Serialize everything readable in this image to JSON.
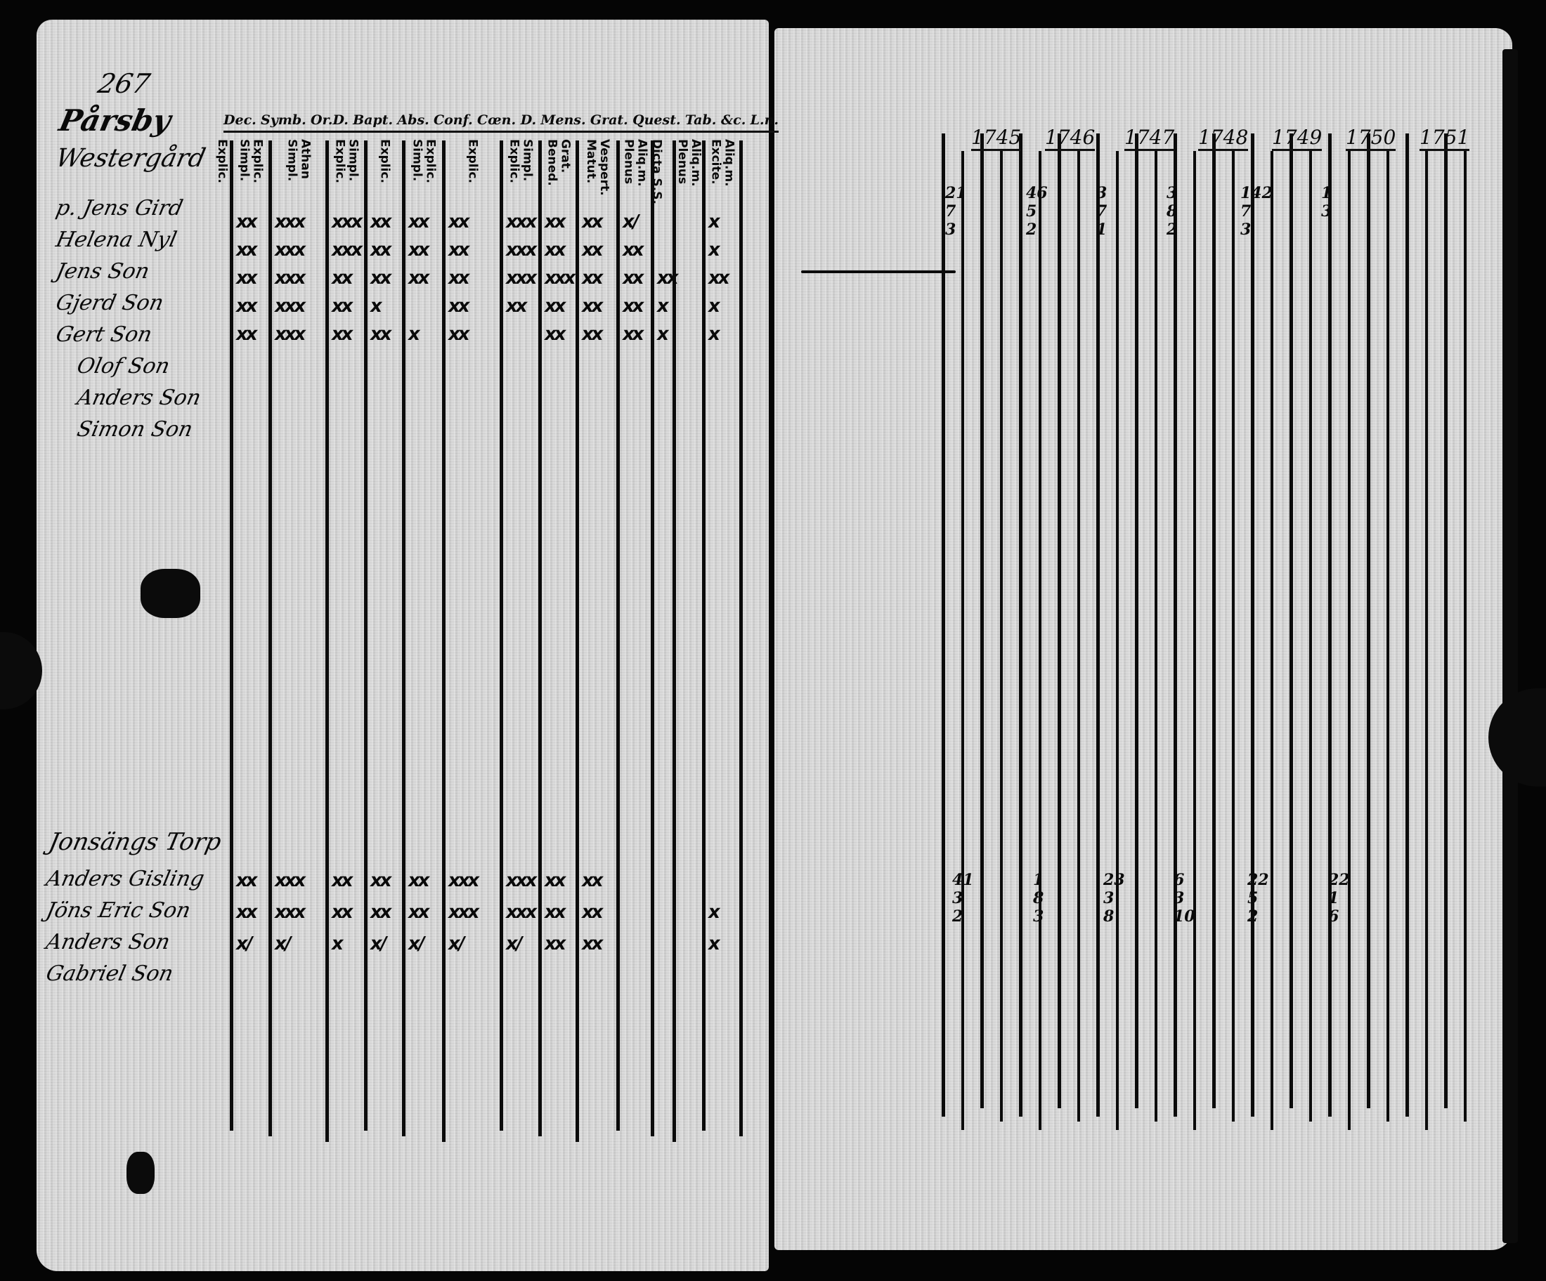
{
  "left_page": {
    "page_number": "267",
    "place_title": [
      "Pårsby",
      "Westergård"
    ],
    "header_row": [
      "Dec.",
      "Symb.",
      "Or.D.",
      "Bapt.",
      "Abs.",
      "Conf.",
      "Cœn. D.",
      "Mens.",
      "Grat.",
      "Quest.",
      "Tab. &c.",
      "L.n."
    ],
    "column_heads": [
      "Explic.",
      "Explic. Simpl.",
      "Athan Simpl.",
      "Simpl. Explic.",
      "Explic.",
      "Explic. Simpl.",
      "Explic.",
      "Simpl. Explic.",
      "Grat. Bened.",
      "Vespert. Matut.",
      "Aliq.m. Plenus",
      "Dicta S.S.",
      "Aliq.m. Plenus",
      "Aliq.m. Excite."
    ],
    "section_1": {
      "names": [
        "p. Jens Gird",
        "Helena Nyl",
        "Jens Son",
        "Gjerd Son",
        "Gert Son",
        "Olof Son",
        "Anders Son",
        "Simon Son"
      ],
      "marks": [
        [
          "xx",
          "xxx",
          "xxx",
          "xx",
          "xx",
          "xx",
          "xxx",
          "xx",
          "xx",
          "x/",
          "",
          "",
          "x"
        ],
        [
          "xx",
          "xxx",
          "xxx",
          "xx",
          "xx",
          "xx",
          "xxx",
          "xx",
          "xx",
          "xx",
          "",
          "",
          "x"
        ],
        [
          "xx",
          "xxx",
          "xx",
          "xx",
          "xx",
          "xx",
          "xxx",
          "xxx",
          "xx",
          "xx",
          "xx",
          "",
          "xx"
        ],
        [
          "xx",
          "xxx",
          "xx",
          "x",
          "",
          "xx",
          "xx",
          "xx",
          "xx",
          "xx",
          "x",
          "",
          "x"
        ],
        [
          "xx",
          "xxx",
          "xx",
          "xx",
          "x",
          "xx",
          "",
          "xx",
          "xx",
          "xx",
          "x",
          "",
          "x"
        ]
      ]
    },
    "section_2": {
      "title": "Jonsängs Torp",
      "names": [
        "Anders Gisling",
        "Jöns Eric Son",
        "Anders Son",
        "Gabriel Son"
      ],
      "marks": [
        [
          "xx",
          "xxx",
          "xx",
          "xx",
          "xx",
          "xxx",
          "xxx",
          "xx",
          "xx",
          "",
          "",
          "",
          ""
        ],
        [
          "xx",
          "xxx",
          "xx",
          "xx",
          "xx",
          "xxx",
          "xxx",
          "xx",
          "xx",
          "",
          "",
          "",
          "x"
        ],
        [
          "x/",
          "x/",
          "x",
          "x/",
          "x/",
          "x/",
          "x/",
          "xx",
          "xx",
          "",
          "",
          "",
          "x"
        ]
      ]
    }
  },
  "right_page": {
    "years": [
      "1745",
      "1746",
      "1747",
      "1748",
      "1749",
      "1750",
      "1751"
    ],
    "tallies_1": [
      "21\n7\n3",
      "46\n5\n2",
      "3\n7\n1",
      "3\n8\n2",
      "142\n7\n3",
      "1\n3"
    ],
    "tallies_2": [
      "41\n3\n2",
      "1\n8\n3",
      "23\n3\n8",
      "6\n3\n10",
      "22\n5\n2",
      "22\n1\n6"
    ]
  }
}
